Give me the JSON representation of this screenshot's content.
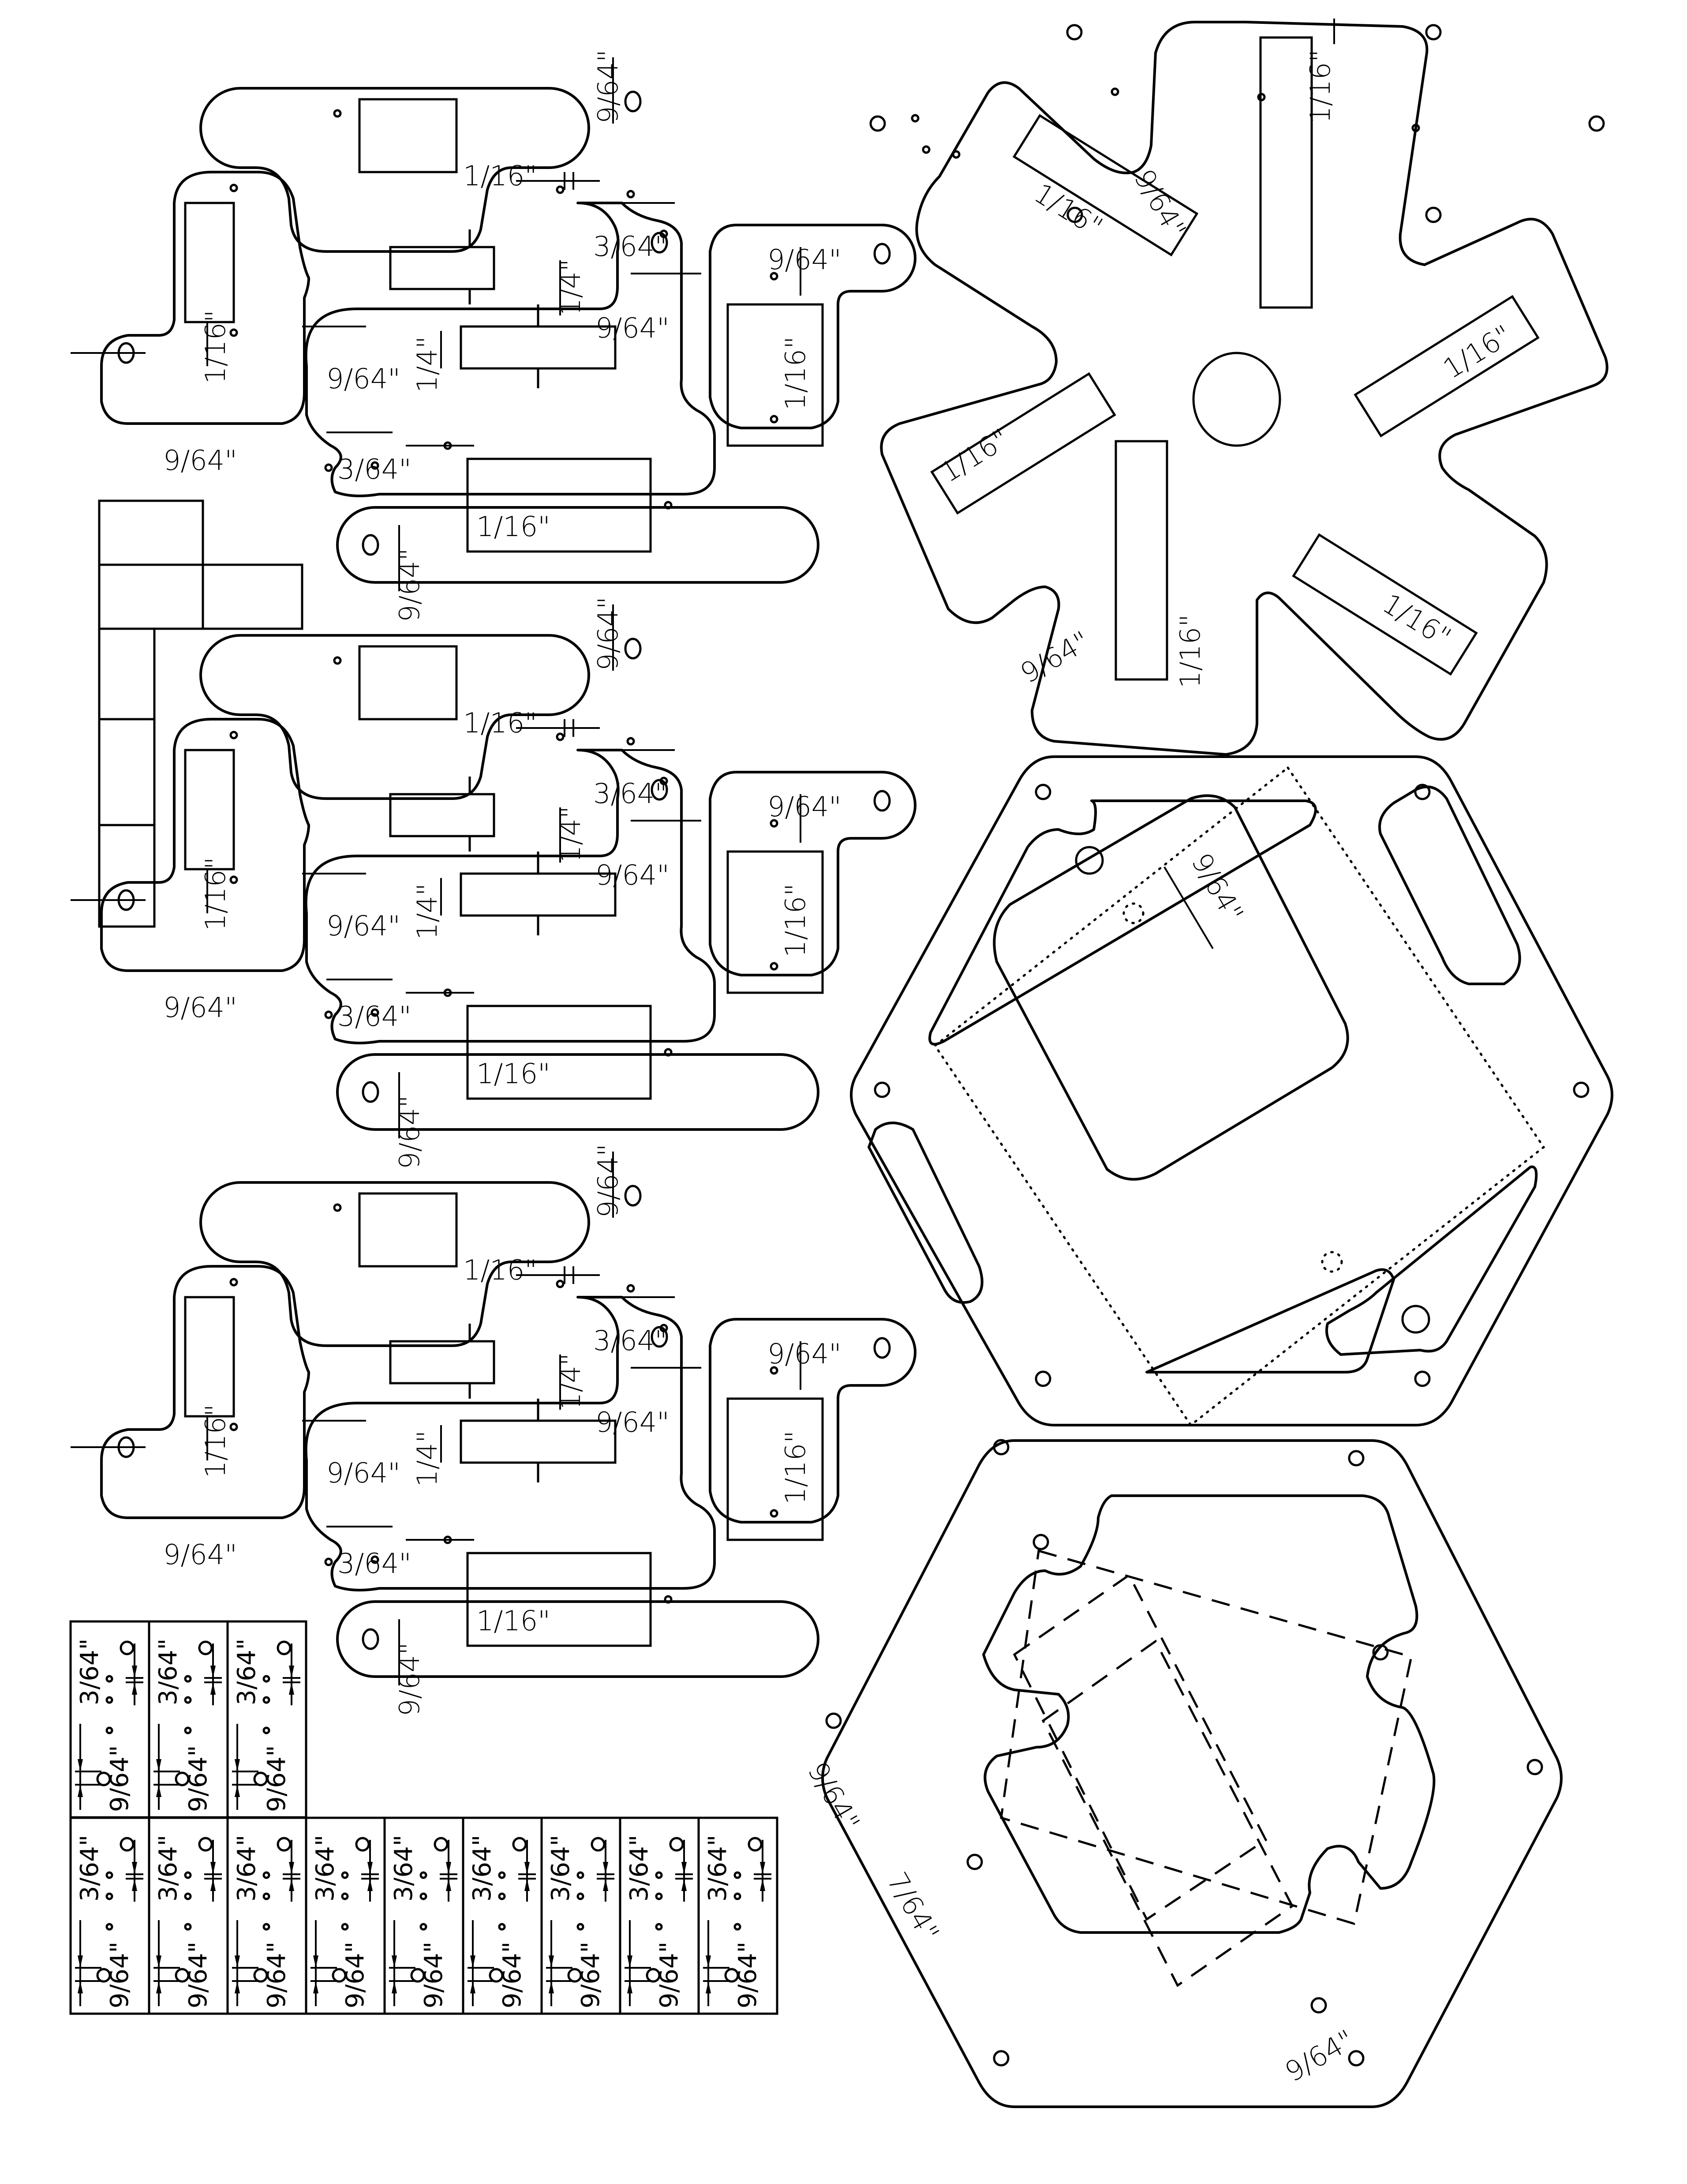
{
  "sheet": {
    "title": "Laser-cut parts layout",
    "line_color": "#000000",
    "background": "#ffffff"
  },
  "link_modules": [
    {
      "labels": {
        "top_slot_gap": "1/16\"",
        "top_hole_dia": "9/64\"",
        "right_notch": "3/64\"",
        "mid_quarter_a": "1/4\"",
        "mid_hole_a": "9/64\"",
        "side_hole": "9/64\"",
        "side_slot": "1/16\"",
        "left_slot": "1/16\"",
        "left_hole": "9/64\"",
        "mid_hole_b": "9/64\"",
        "mid_quarter_b": "1/4\"",
        "lower_notch": "3/64\"",
        "lower_slot": "1/16\"",
        "lower_hole": "9/64\""
      }
    },
    {
      "labels": {
        "top_slot_gap": "1/16\"",
        "top_hole_dia": "9/64\"",
        "right_notch": "3/64\"",
        "mid_quarter_a": "1/4\"",
        "mid_hole_a": "9/64\"",
        "side_hole": "9/64\"",
        "side_slot": "1/16\"",
        "left_slot": "1/16\"",
        "left_hole": "9/64\"",
        "mid_hole_b": "9/64\"",
        "mid_quarter_b": "1/4\"",
        "lower_notch": "3/64\"",
        "lower_slot": "1/16\"",
        "lower_hole": "9/64\""
      }
    },
    {
      "labels": {
        "top_slot_gap": "1/16\"",
        "top_hole_dia": "9/64\"",
        "right_notch": "3/64\"",
        "mid_quarter_a": "1/4\"",
        "mid_hole_a": "9/64\"",
        "side_hole": "9/64\"",
        "side_slot": "1/16\"",
        "left_slot": "1/16\"",
        "left_hole": "9/64\"",
        "mid_hole_b": "9/64\"",
        "mid_quarter_b": "1/4\"",
        "lower_notch": "3/64\"",
        "lower_slot": "1/16\"",
        "lower_hole": "9/64\""
      }
    }
  ],
  "star_plate": {
    "arm_slot_labels": [
      "1/16\"",
      "1/16\"",
      "1/16\"",
      "1/16\"",
      "1/16\"",
      "1/16\""
    ],
    "hole_labels": [
      "9/64\"",
      "9/64\""
    ]
  },
  "hex_plate_upper": {
    "slot_label": "9/64\""
  },
  "hex_plate_lower": {
    "labels": [
      "9/64\"",
      "7/64\"",
      "9/64\""
    ]
  },
  "bracket_tiles": {
    "top_row_count": 3,
    "bottom_row_count": 9,
    "upper_label": "3/64\"",
    "lower_label": "9/64\""
  }
}
